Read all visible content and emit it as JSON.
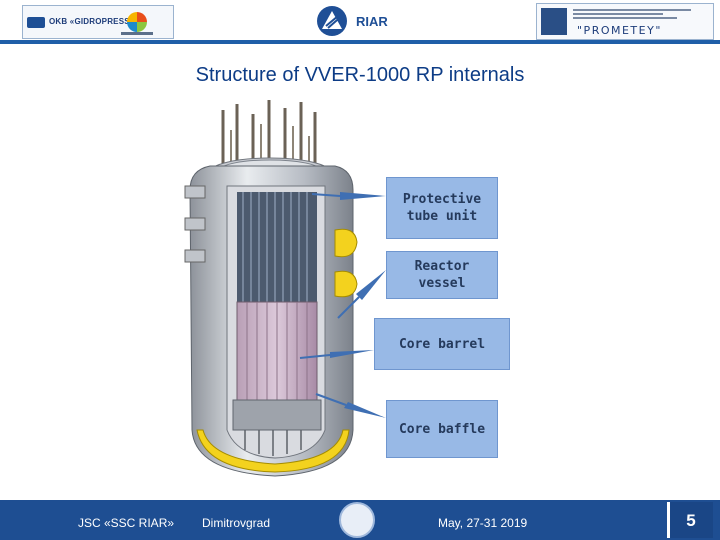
{
  "header": {
    "logo_left_text": "OKB «GIDROPRESS»",
    "logo_center_text": "RIAR",
    "logo_right_text": "\"PROMETEY\""
  },
  "slide": {
    "title": "Structure of VVER-1000 RP internals"
  },
  "callouts": [
    {
      "label": "Protective\ntube unit"
    },
    {
      "label": "Reactor\nvessel"
    },
    {
      "label": "Core barrel"
    },
    {
      "label": "Core baffle"
    }
  ],
  "footer": {
    "organization": "JSC «SSC RIAR»",
    "city": "Dimitrovgrad",
    "date": "May, 27-31 2019",
    "page_number": "5"
  },
  "colors": {
    "brand_blue": "#1e4e92",
    "title_blue": "#0d3c86",
    "callout_fill": "#98b9e6",
    "accent_yellow": "#f3d21e"
  }
}
